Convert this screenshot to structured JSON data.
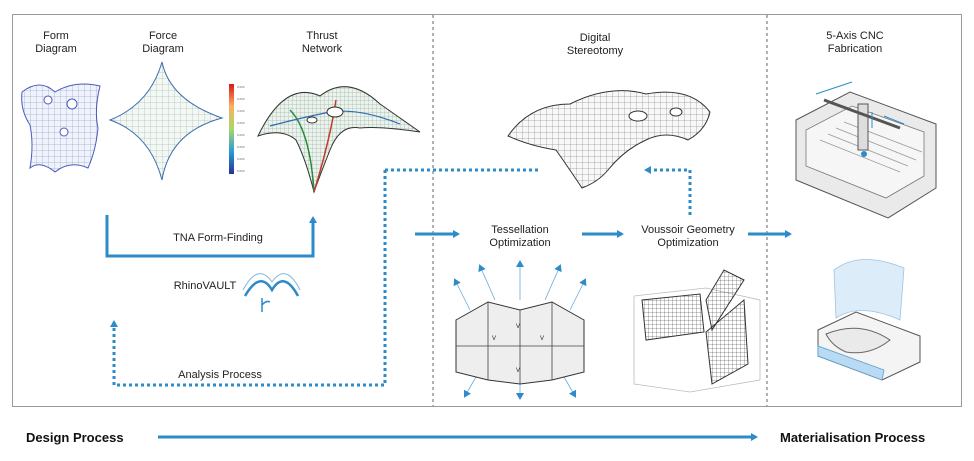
{
  "stage_titles": {
    "form_diagram": "Form\nDiagram",
    "force_diagram": "Force\nDiagram",
    "thrust_network": "Thrust\nNetwork",
    "digital_stereotomy": "Digital\nStereotomy",
    "cnc_fabrication": "5-Axis CNC\nFabrication"
  },
  "process_labels": {
    "tna_form_finding": "TNA Form-Finding",
    "rhinovault": "RhinoVAULT",
    "analysis_process": "Analysis Process",
    "tessellation_optimization": "Tessellation\nOptimization",
    "voussoir_optimization": "Voussoir Geometry\nOptimization"
  },
  "bottom": {
    "design_process": "Design Process",
    "materialisation_process": "Materialisation Process"
  },
  "colors": {
    "accent_blue": "#2e8bc9",
    "frame_gray": "#9a9a9a",
    "divider_gray": "#666666"
  }
}
